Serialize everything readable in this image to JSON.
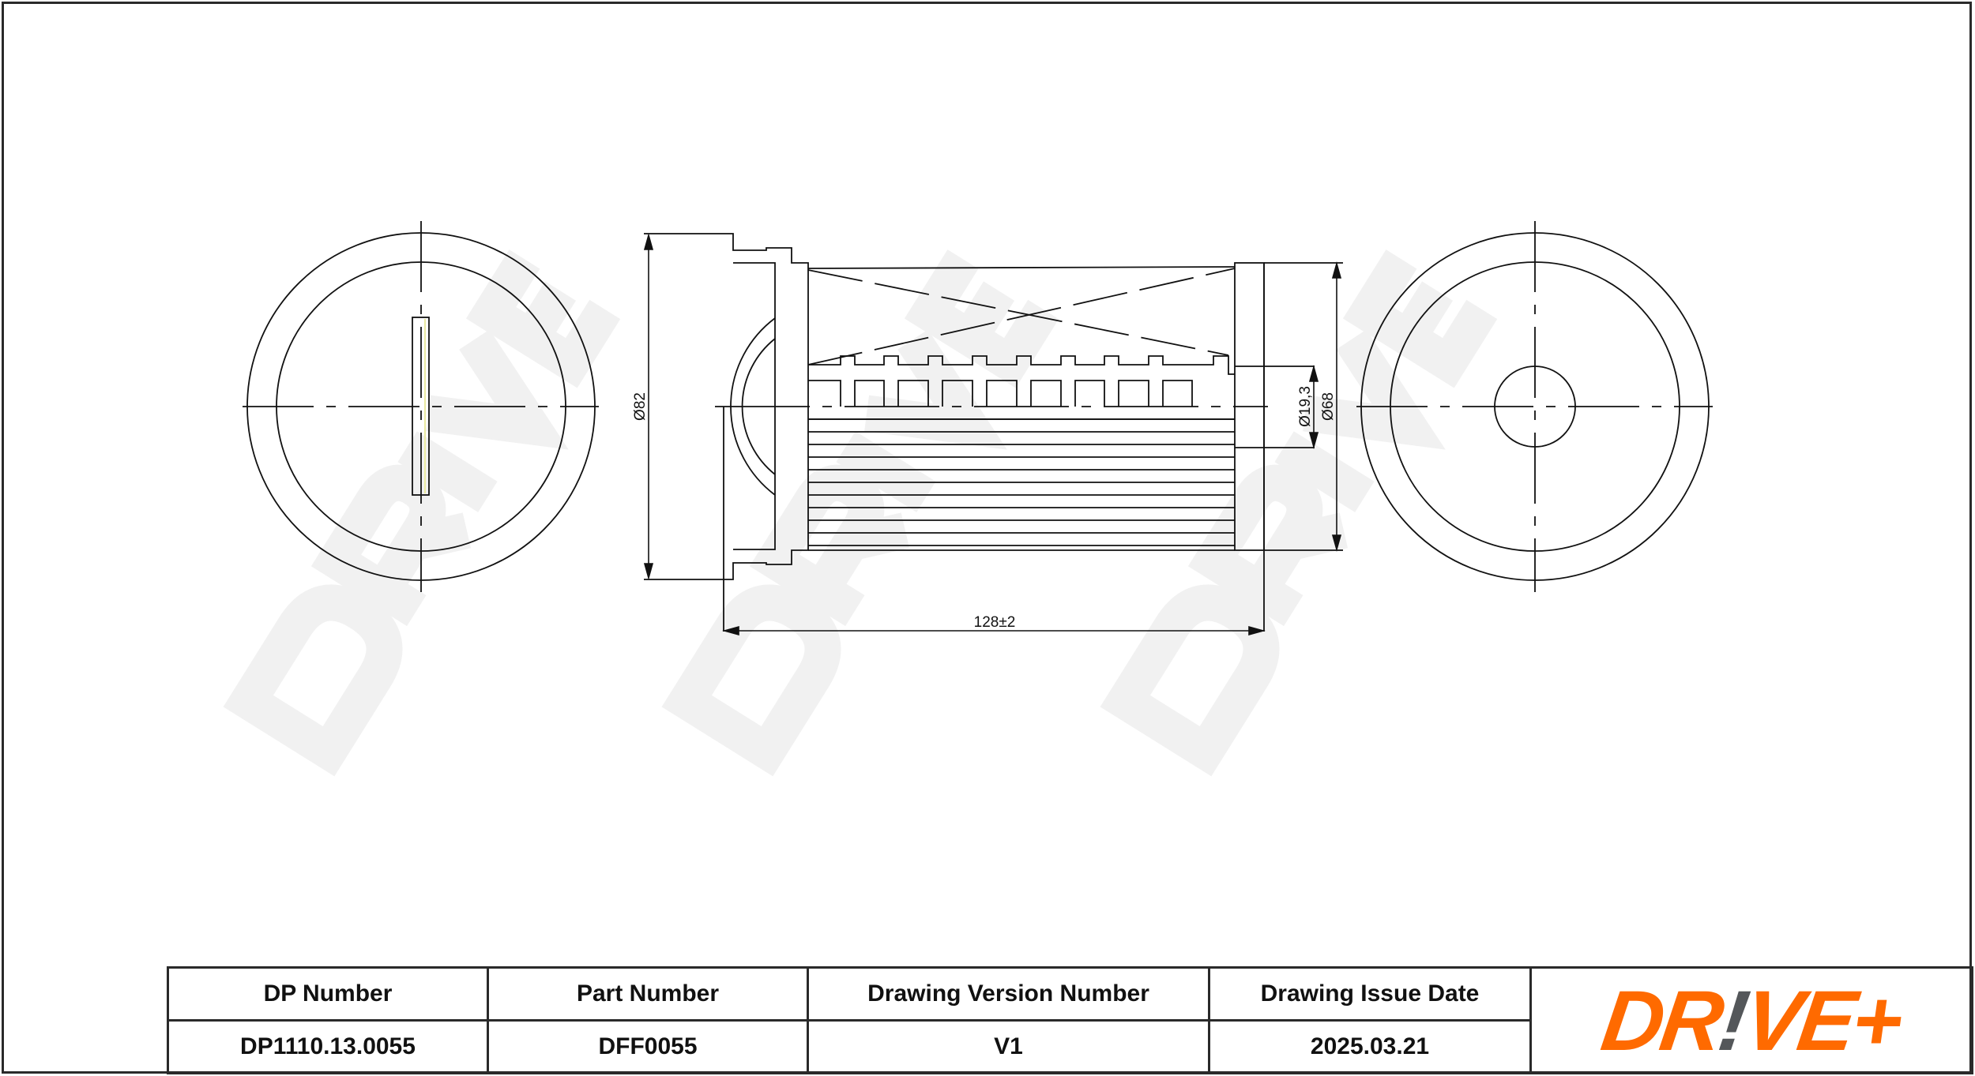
{
  "drawing": {
    "subject": "Fuel filter element technical drawing",
    "views": [
      "end-view-left",
      "side-view",
      "end-view-right"
    ],
    "dimensions": {
      "outer_diameter": "Ø82",
      "body_diameter": "Ø68",
      "inner_bore_diameter": "Ø19,3",
      "overall_length": "128±2"
    },
    "watermark": "DRIVE+",
    "line_color": "#111111",
    "watermark_color": "#f2f2f2"
  },
  "title_block": {
    "headers": [
      "DP Number",
      "Part Number",
      "Drawing Version Number",
      "Drawing Issue Date"
    ],
    "values": [
      "DP1110.13.0055",
      "DFF0055",
      "V1",
      "2025.03.21"
    ]
  },
  "logo": {
    "part1": "DR",
    "part2": "!",
    "part3": "VE+",
    "primary_color": "#ff6a00",
    "accent_color": "#54575a"
  }
}
